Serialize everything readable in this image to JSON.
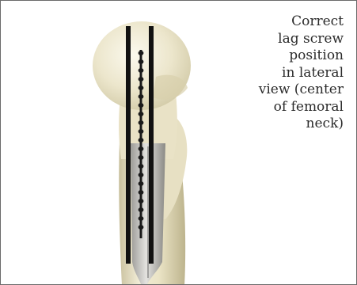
{
  "caption": {
    "lines": [
      "Correct",
      "lag screw",
      "position",
      "in lateral",
      "view (center",
      "of femoral",
      "neck)"
    ]
  },
  "illustration": {
    "subject": "proximal femur, lateral view, with intramedullary nail and lag screw",
    "colors": {
      "bone": "#ece6cc",
      "bone_shadow": "#cfc7a3",
      "guide_bars": "#111111",
      "screw": "#1a1a1a",
      "nail": "#b8b8b8"
    }
  }
}
